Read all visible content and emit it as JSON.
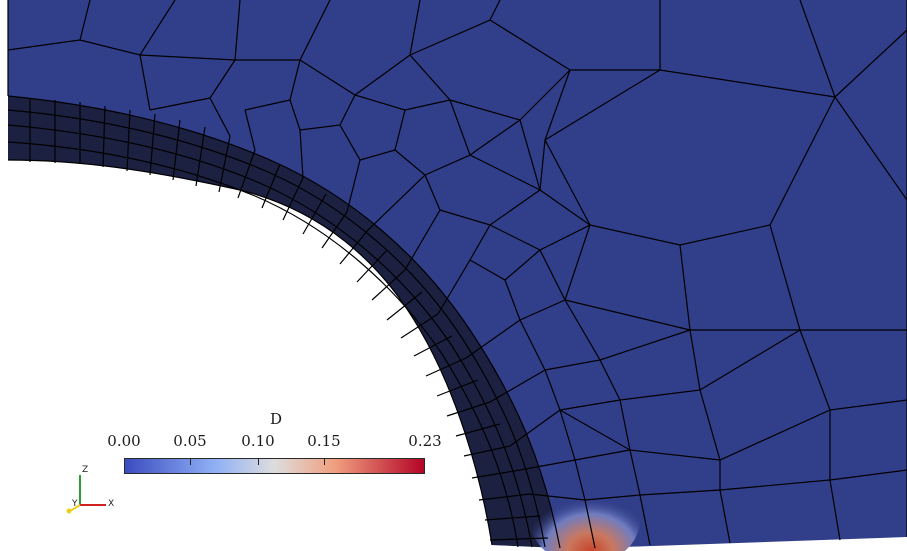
{
  "colorbar": {
    "title": "D",
    "ticks": [
      "0.00",
      "0.05",
      "0.10",
      "0.15",
      "0.23"
    ],
    "tick_values": [
      0.0,
      0.05,
      0.1,
      0.15,
      0.23
    ],
    "range": [
      0.0,
      0.23
    ],
    "colors": {
      "low": "#3b4cc0",
      "mid": "#dddddd",
      "high": "#b40426"
    }
  },
  "axes": {
    "z": "Z",
    "y": "Y",
    "x": "X"
  },
  "mesh": {
    "fill_color": "#313e8a",
    "dark_band_color": "#1c2142",
    "line_color": "#000000",
    "hotspot_color": "#c0442c"
  }
}
